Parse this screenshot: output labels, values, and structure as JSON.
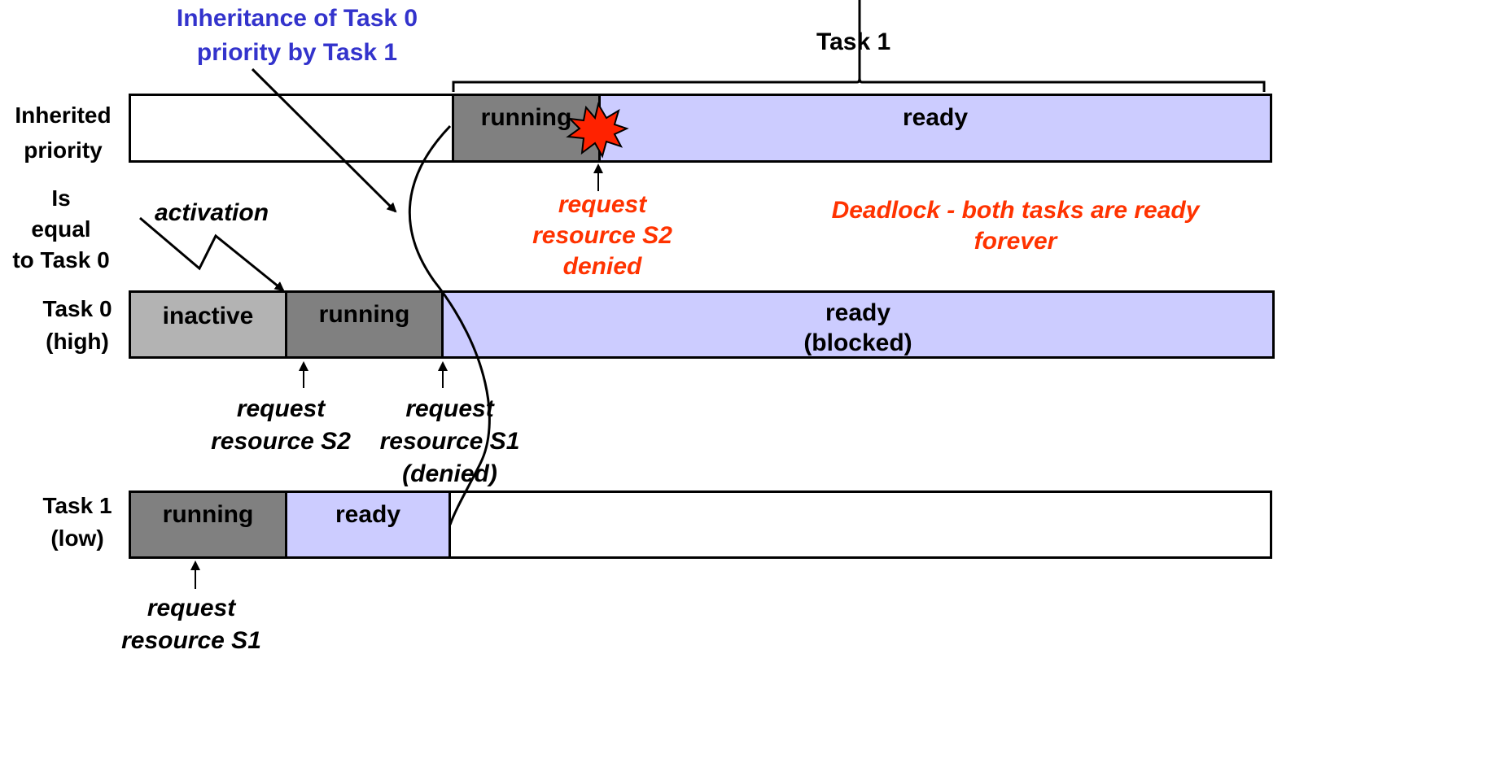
{
  "title": "Inheritance of Task 0\npriority by Task 1",
  "brace_label": "Task 1",
  "rows": {
    "inherited": {
      "label": "Inherited\npriority",
      "segments": [
        {
          "label": ""
        },
        {
          "label": "running"
        },
        {
          "label": "ready"
        }
      ]
    },
    "is_equal_label": "Is\nequal\nto Task 0",
    "task0": {
      "label": "Task 0\n(high)",
      "segments": [
        {
          "label": "inactive"
        },
        {
          "label": "running"
        },
        {
          "label": "ready\n(blocked)"
        }
      ]
    },
    "task1": {
      "label": "Task 1\n(low)",
      "segments": [
        {
          "label": "running"
        },
        {
          "label": "ready"
        },
        {
          "label": ""
        }
      ]
    }
  },
  "annotations": {
    "activation": "activation",
    "request_s2_denied": "request\nresource S2\ndenied",
    "deadlock": "Deadlock - both tasks are ready\nforever",
    "request_s2": "request\nresource S2",
    "request_s1_denied": "request\nresource S1\n(denied)",
    "request_s1": "request\nresource S1"
  },
  "colors": {
    "running": "#808080",
    "inactive": "#b3b3b3",
    "ready": "#ccccff",
    "title": "#3333cc",
    "alert": "#ff3300",
    "burst": "#ff2200"
  }
}
